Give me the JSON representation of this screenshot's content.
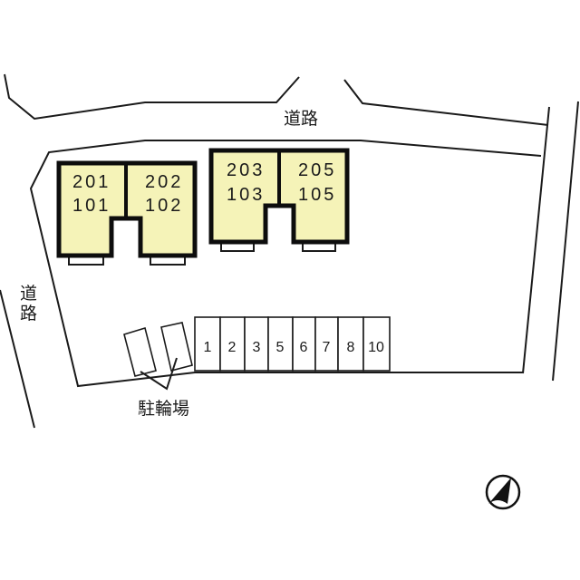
{
  "map": {
    "type": "site-plan",
    "roads": {
      "north_label": "道路",
      "west_label_top": "道",
      "west_label_bottom": "路"
    },
    "buildings": [
      {
        "id": "building-a",
        "units": [
          {
            "upper": "201",
            "lower": "101"
          },
          {
            "upper": "202",
            "lower": "102"
          }
        ]
      },
      {
        "id": "building-b",
        "units": [
          {
            "upper": "203",
            "lower": "103"
          },
          {
            "upper": "205",
            "lower": "105"
          }
        ]
      }
    ],
    "parking_stalls": [
      "1",
      "2",
      "3",
      "5",
      "6",
      "7",
      "8",
      "10"
    ],
    "bicycle_parking_label": "駐輪場",
    "compass": {
      "icon": "north-arrow-icon",
      "direction_deg": 30
    },
    "colors": {
      "building_fill": "#f5f3b8",
      "outline": "#1a1a1a",
      "background": "#ffffff"
    }
  }
}
